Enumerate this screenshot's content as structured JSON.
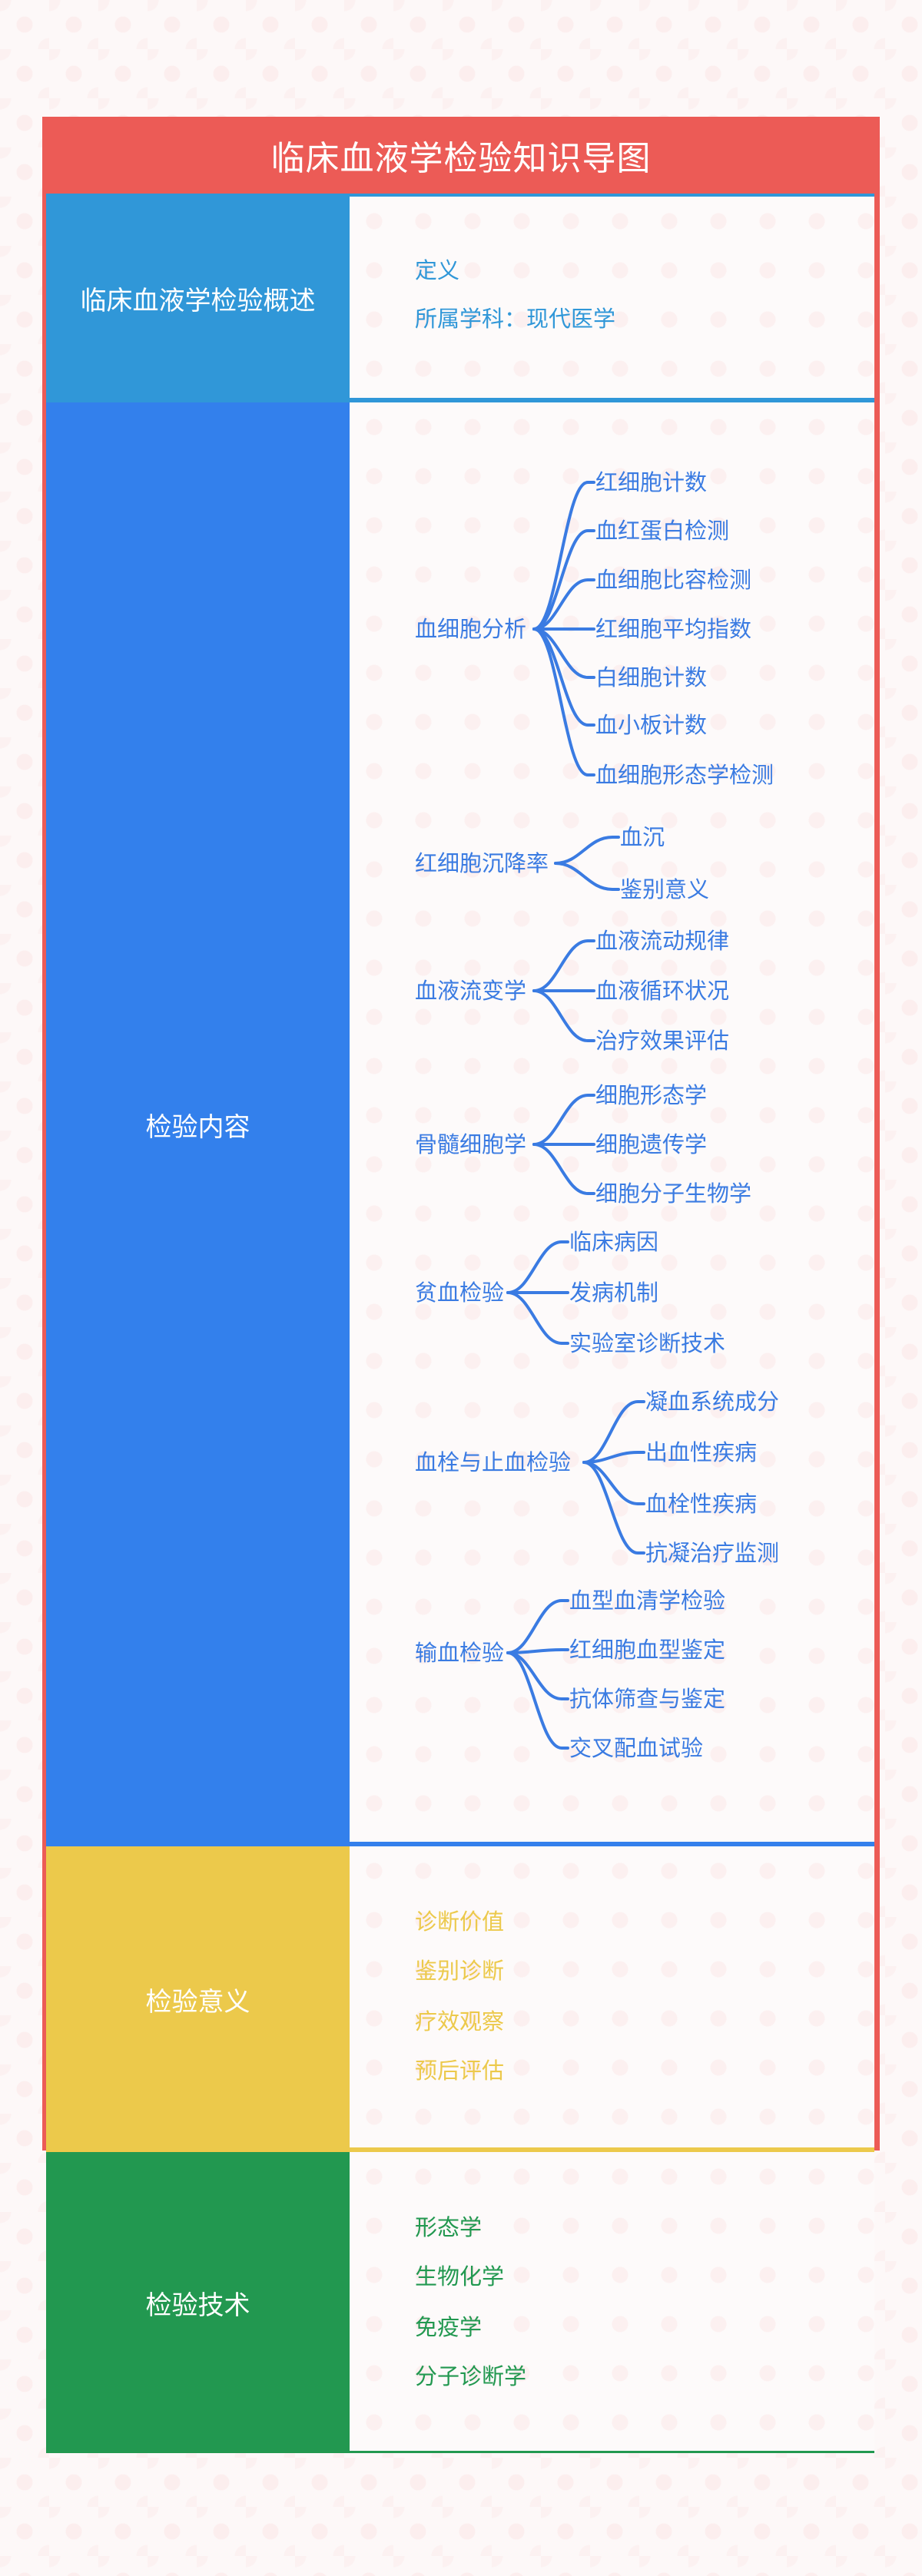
{
  "title": "临床血液学检验知识导图",
  "colors": {
    "frame": "#ec5b56",
    "overview": "#3097d8",
    "content": "#3380ec",
    "significance": "#ecc94b",
    "technique": "#229850",
    "mindmap_text": "#3a7be2"
  },
  "sections": [
    {
      "label": "临床血液学检验概述",
      "items": [
        "定义",
        "所属学科：现代医学"
      ]
    },
    {
      "label": "检验内容",
      "branches": [
        {
          "label": "血细胞分析",
          "children": [
            "红细胞计数",
            "血红蛋白检测",
            "血细胞比容检测",
            "红细胞平均指数",
            "白细胞计数",
            "血小板计数",
            "血细胞形态学检测"
          ]
        },
        {
          "label": "红细胞沉降率",
          "children": [
            "血沉",
            "鉴别意义"
          ]
        },
        {
          "label": "血液流变学",
          "children": [
            "血液流动规律",
            "血液循环状况",
            "治疗效果评估"
          ]
        },
        {
          "label": "骨髓细胞学",
          "children": [
            "细胞形态学",
            "细胞遗传学",
            "细胞分子生物学"
          ]
        },
        {
          "label": "贫血检验",
          "children": [
            "临床病因",
            "发病机制",
            "实验室诊断技术"
          ]
        },
        {
          "label": "血栓与止血检验",
          "children": [
            "凝血系统成分",
            "出血性疾病",
            "血栓性疾病",
            "抗凝治疗监测"
          ]
        },
        {
          "label": "输血检验",
          "children": [
            "血型血清学检验",
            "红细胞血型鉴定",
            "抗体筛查与鉴定",
            "交叉配血试验"
          ]
        }
      ]
    },
    {
      "label": "检验意义",
      "items": [
        "诊断价值",
        "鉴别诊断",
        "疗效观察",
        "预后评估"
      ]
    },
    {
      "label": "检验技术",
      "items": [
        "形态学",
        "生物化学",
        "免疫学",
        "分子诊断学"
      ]
    }
  ]
}
